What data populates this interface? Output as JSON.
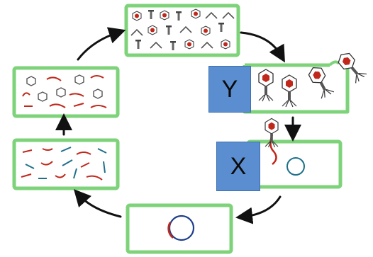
{
  "labels": {
    "y": "Y",
    "x": "X"
  },
  "colors": {
    "cell_border": "#7ed37a",
    "label_box": "#5b8ed0",
    "viral_dna": "#c0281c",
    "host_dna": "#1e6f8a",
    "phage_head": "#c0281c"
  },
  "stages": [
    "attachment",
    "injection",
    "circularization",
    "host-dna-degradation",
    "replication",
    "assembly"
  ]
}
